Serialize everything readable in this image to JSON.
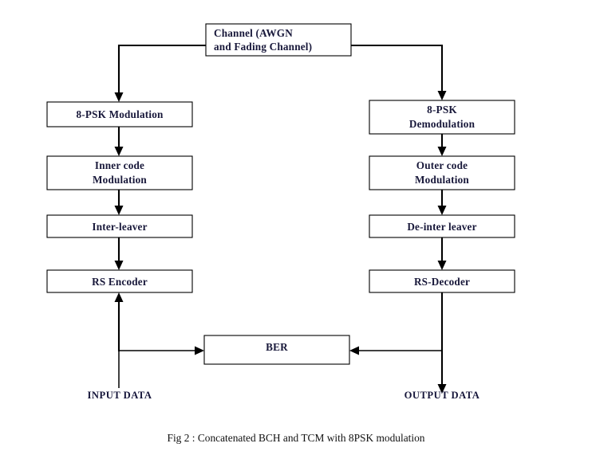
{
  "figure": {
    "caption": "Fig 2 : Concatenated BCH and TCM with 8PSK modulation",
    "background_color": "#ffffff",
    "line_color": "#000000",
    "text_color": "#18183a"
  },
  "nodes": {
    "channel": {
      "line1": "Channel (AWGN",
      "line2": "and Fading Channel)"
    },
    "transmit_chain": [
      {
        "id": "psk-modulation",
        "line1": "8-PSK Modulation",
        "line2": ""
      },
      {
        "id": "inner-code-modulation",
        "line1": "Inner code",
        "line2": "Modulation"
      },
      {
        "id": "inter-leaver",
        "line1": "Inter-leaver",
        "line2": ""
      },
      {
        "id": "rs-encoder",
        "line1": "RS Encoder",
        "line2": ""
      }
    ],
    "receive_chain": [
      {
        "id": "psk-demodulation",
        "line1": "8-PSK",
        "line2": "Demodulation"
      },
      {
        "id": "outer-code-modulation",
        "line1": "Outer code",
        "line2": "Modulation"
      },
      {
        "id": "de-inter-leaver",
        "line1": "De-inter leaver",
        "line2": ""
      },
      {
        "id": "rs-decoder",
        "line1": "RS-Decoder",
        "line2": ""
      }
    ],
    "ber": {
      "label": "BER"
    }
  },
  "endpoints": {
    "input": "INPUT DATA",
    "output": "OUTPUT DATA"
  }
}
